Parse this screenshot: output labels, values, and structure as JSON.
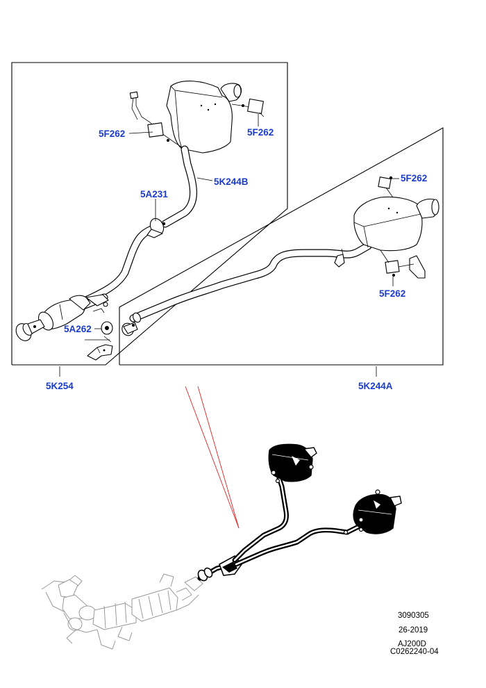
{
  "colors": {
    "callout": "#1a3ccc",
    "leader": "#e02020",
    "line": "#000000",
    "ghost": "#9a9a9a"
  },
  "callouts": {
    "front_left_upper_isolator": "5F262",
    "front_right_upper_isolator": "5F262",
    "front_pipe": "5K244B",
    "clamp": "5A231",
    "lower_isolator": "5A262",
    "front_assembly": "5K254",
    "rear_upper_isolator": "5F262",
    "rear_lower_isolator": "5F262",
    "rear_assembly": "5K244A"
  },
  "reference": {
    "line1": "3090305",
    "line2": "26-2019",
    "line3": "AJ200D",
    "line4": "C0262240-04"
  }
}
